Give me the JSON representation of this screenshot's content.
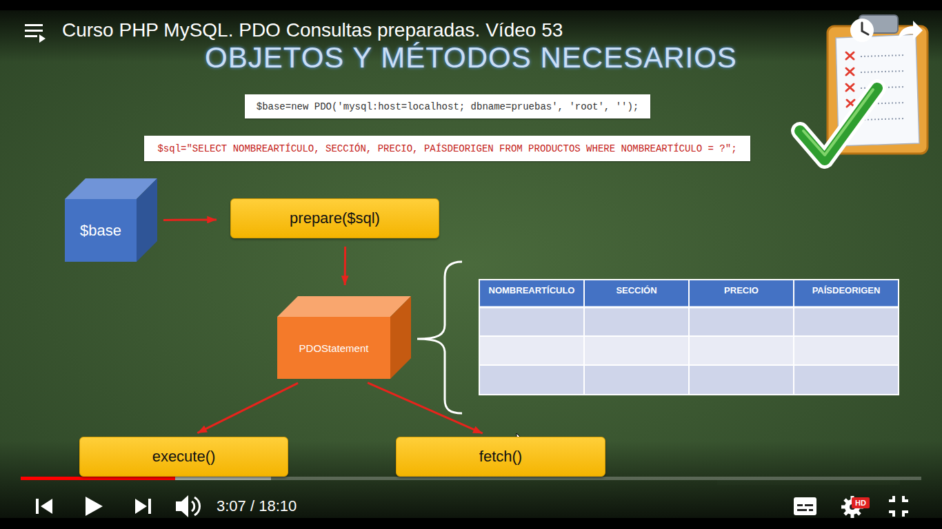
{
  "diagram": {
    "title": "OBJETOS Y MÉTODOS NECESARIOS",
    "nodes": [
      {
        "text": [
          "$base=new PDO('mysql:host=localhost; dbname=pruebas', 'root', '');"
        ]
      },
      {
        "text": [
          "$sql=\"SELECT NOMBREARTÍCULO, SECCIÓN, PRECIO, PAÍSDEORIGEN FROM PRODUCTOS WHERE NOMBREARTÍCULO = ?\";"
        ]
      },
      {
        "text": [
          "$base"
        ]
      },
      {
        "text": [
          "prepare($sql)"
        ]
      },
      {
        "text": [
          "PDOStatement"
        ]
      },
      {
        "text": [
          "execute()"
        ]
      },
      {
        "text": [
          "fetch()"
        ]
      }
    ],
    "edges": [
      {
        "from": 2,
        "to": 3,
        "arrow": "to"
      },
      {
        "from": 3,
        "to": 4,
        "arrow": "to"
      },
      {
        "from": 4,
        "to": 5,
        "arrow": "to"
      },
      {
        "from": 4,
        "to": 6,
        "arrow": "to"
      }
    ],
    "labels": [
      "Curso PHP MySQL. PDO Consultas preparadas. Vídeo 53",
      "NOMBREARTÍCULO",
      "SECCIÓN",
      "PRECIO",
      "PAÍSDEORIGEN",
      "3:07 / 18:10",
      "HD"
    ]
  }
}
